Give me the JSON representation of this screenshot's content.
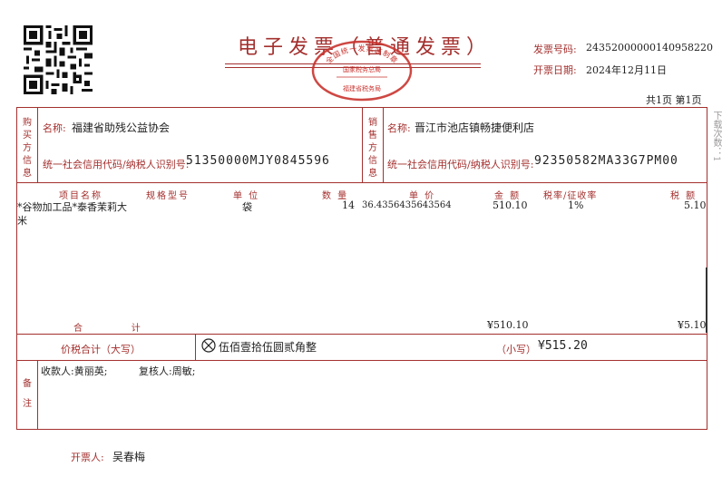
{
  "header": {
    "title": "电子发票（普通发票）",
    "seal_top": "全国统一发票监制章",
    "seal_mid": "国家税务总局",
    "seal_bottom": "福建省税务局",
    "invoice_no_label": "发票号码:",
    "invoice_no": "24352000000140958220",
    "issue_date_label": "开票日期:",
    "issue_date": "2024年12月11日",
    "page_info": "共1页 第1页",
    "side_note": "下载次数：1"
  },
  "buyer": {
    "section_label": "购买方信息",
    "name_label": "名称:",
    "name": "福建省助残公益协会",
    "tax_id_label": "统一社会信用代码/纳税人识别号:",
    "tax_id": "51350000MJY0845596"
  },
  "seller": {
    "section_label": "销售方信息",
    "name_label": "名称:",
    "name": "晋江市池店镇畅捷便利店",
    "tax_id_label": "统一社会信用代码/纳税人识别号:",
    "tax_id": "92350582MA33G7PM00"
  },
  "items": {
    "headers": {
      "name": "项目名称",
      "spec": "规格型号",
      "unit": "单 位",
      "qty": "数 量",
      "price": "单 价",
      "amount": "金 额",
      "rate": "税率/征收率",
      "tax": "税 额"
    },
    "rows": [
      {
        "name_line1": "*谷物加工品*泰香茉莉大",
        "name_line2": "米",
        "spec": "",
        "unit": "袋",
        "qty": "14",
        "price": "36.4356435643564",
        "amount": "510.10",
        "rate": "1%",
        "tax": "5.10"
      }
    ]
  },
  "totals": {
    "label": "合          计",
    "amount": "¥510.10",
    "tax": "¥5.10",
    "grand_label": "价税合计（大写）",
    "grand_words": "伍佰壹拾伍圆贰角整",
    "small_label": "（小写）",
    "grand_figure": "¥515.20"
  },
  "remarks": {
    "label": "备注",
    "payee": "收款人:黄丽英;",
    "reviewer": "复核人:周敏;"
  },
  "footer": {
    "issuer_label": "开票人:",
    "issuer": "吴春梅"
  }
}
